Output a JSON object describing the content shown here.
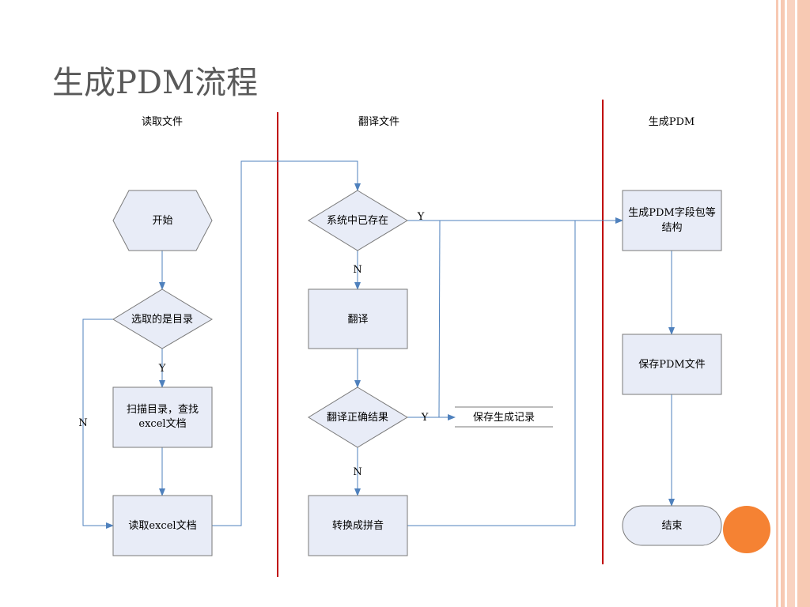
{
  "slide": {
    "title": "生成PDM流程"
  },
  "lanes": {
    "read": "读取文件",
    "translate": "翻译文件",
    "generate": "生成PDM"
  },
  "nodes": {
    "start": "开始",
    "is_dir": "选取的是目录",
    "scan_line1": "扫描目录，查找",
    "scan_line2": "excel文档",
    "read_excel": "读取excel文档",
    "exists": "系统中已存在",
    "translate": "翻译",
    "correct": "翻译正确结果",
    "pinyin": "转换成拼音",
    "save_record": "保存生成记录",
    "gen_struct_line1": "生成PDM字段包等",
    "gen_struct_line2": "结构",
    "save_pdm": "保存PDM文件",
    "end": "结束"
  },
  "edge_labels": {
    "is_dir_yes": "Y",
    "is_dir_no": "N",
    "exists_yes": "Y",
    "exists_no": "N",
    "correct_yes": "Y",
    "correct_no": "N"
  },
  "colors": {
    "node_fill": "#e8ecf7",
    "node_stroke": "#7a7a7a",
    "connector": "#4f81bd",
    "lane_divider": "#c00000",
    "border_stripe": "#f7c9b3",
    "accent_circle": "#f58233"
  }
}
